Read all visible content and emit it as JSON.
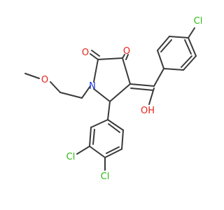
{
  "colors": {
    "bond": "#3a3a3a",
    "oxygen": "#e8211a",
    "chlorine": "#2dbb12",
    "nitrogen": "#2233dd",
    "background": "#ffffff"
  },
  "atoms": {
    "o_c2": "O",
    "o_c3": "O",
    "cl_top": "Cl",
    "o_methoxy": "O",
    "n1": "N",
    "oh": "OH",
    "cl_3": "Cl",
    "cl_4": "Cl"
  }
}
